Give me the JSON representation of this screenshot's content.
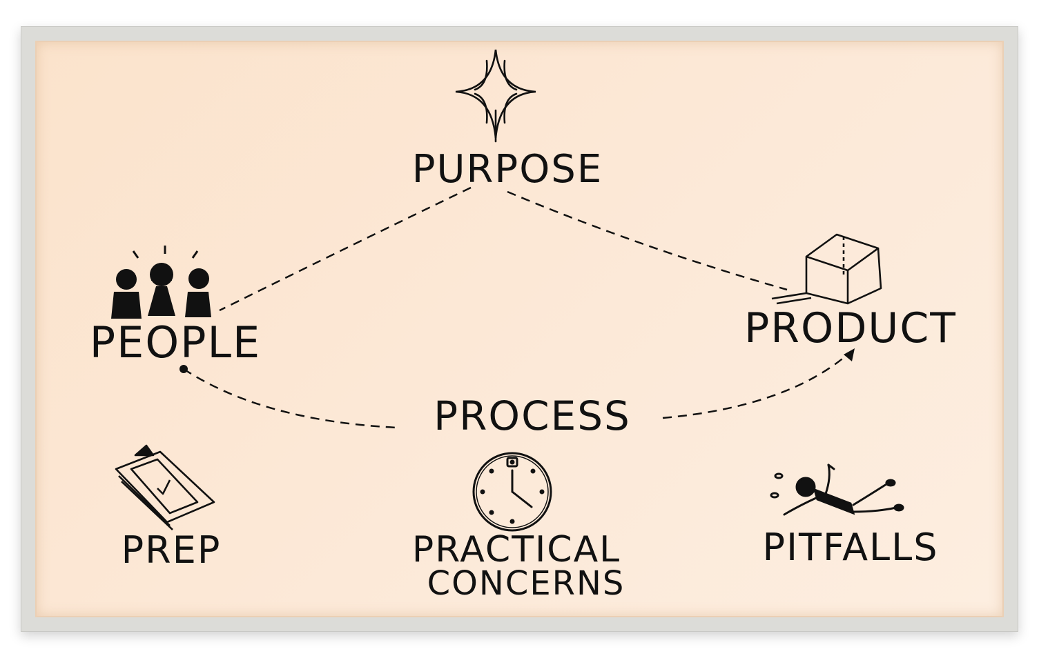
{
  "diagram": {
    "top_node": {
      "label": "PURPOSE",
      "icon": "star-icon"
    },
    "left_node": {
      "label": "PEOPLE",
      "icon": "people-icon"
    },
    "right_node": {
      "label": "PRODUCT",
      "icon": "cube-icon"
    },
    "process": {
      "label": "PROCESS"
    },
    "bottom_items": [
      {
        "label": "PREP",
        "icon": "clipboard-check-icon"
      },
      {
        "label_line1": "PRACTICAL",
        "label_line2": "CONCERNS",
        "icon": "stopwatch-icon"
      },
      {
        "label": "PITFALLS",
        "icon": "falling-person-icon"
      }
    ]
  },
  "colors": {
    "background": "#fce9d8",
    "frame": "#dcdcd8",
    "ink": "#111111"
  }
}
